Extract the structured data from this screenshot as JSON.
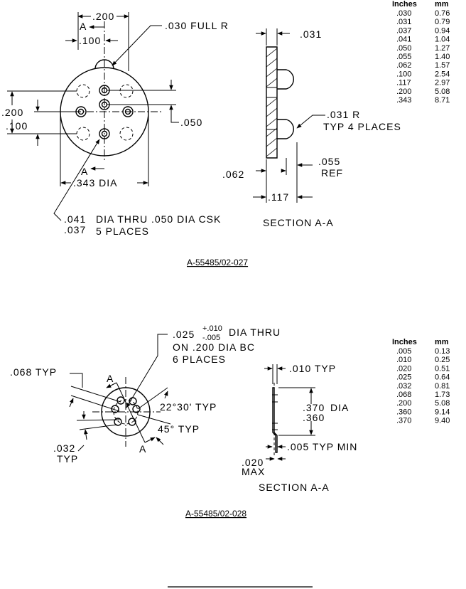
{
  "figure1": {
    "dims": {
      "d200_top": ".200",
      "d100_top": ".100",
      "full_r": ".030 FULL R",
      "d200_left": ".200",
      "d100_left": ".100",
      "d050": ".050",
      "dia343": ".343 DIA",
      "section_mark": "A",
      "hole_note_1": ".041",
      "hole_note_2": ".037",
      "hole_note_3": "DIA THRU .050 DIA CSK",
      "hole_note_4": "5 PLACES"
    },
    "section": {
      "d031_top": ".031",
      "r031_1": ".031 R",
      "r031_2": "TYP 4 PLACES",
      "d055_1": ".055",
      "d055_2": "REF",
      "d062": ".062",
      "d117": ".117",
      "title": "SECTION  A-A"
    },
    "table": {
      "col_in": "Inches",
      "col_mm": "mm",
      "rows": [
        [
          ".030",
          "0.76"
        ],
        [
          ".031",
          "0.79"
        ],
        [
          ".037",
          "0.94"
        ],
        [
          ".041",
          "1.04"
        ],
        [
          ".050",
          "1.27"
        ],
        [
          ".055",
          "1.40"
        ],
        [
          ".062",
          "1.57"
        ],
        [
          ".100",
          "2.54"
        ],
        [
          ".117",
          "2.97"
        ],
        [
          ".200",
          "5.08"
        ],
        [
          ".343",
          "8.71"
        ]
      ]
    },
    "caption": "A-55485/02-027"
  },
  "figure2": {
    "dims": {
      "hole_1": ".025",
      "hole_tol_plus": "+.010",
      "hole_tol_minus": "-.005",
      "hole_2": "DIA THRU",
      "hole_3": "ON .200 DIA BC",
      "hole_4": "6 PLACES",
      "d068": ".068 TYP",
      "d032_1": ".032",
      "d032_2": "TYP",
      "angle1": "22°30' TYP",
      "angle2": "45° TYP",
      "section_mark": "A"
    },
    "section": {
      "d010": ".010 TYP",
      "dia1": ".370",
      "dia_label": "DIA",
      "dia2": ".360",
      "d005": ".005 TYP MIN",
      "d020_1": ".020",
      "d020_2": "MAX",
      "title": "SECTION  A-A"
    },
    "table": {
      "col_in": "Inches",
      "col_mm": "mm",
      "rows": [
        [
          ".005",
          "0.13"
        ],
        [
          ".010",
          "0.25"
        ],
        [
          ".020",
          "0.51"
        ],
        [
          ".025",
          "0.64"
        ],
        [
          ".032",
          "0.81"
        ],
        [
          ".068",
          "1.73"
        ],
        [
          ".200",
          "5.08"
        ],
        [
          ".360",
          "9.14"
        ],
        [
          ".370",
          "9.40"
        ]
      ]
    },
    "caption": "A-55485/02-028"
  }
}
